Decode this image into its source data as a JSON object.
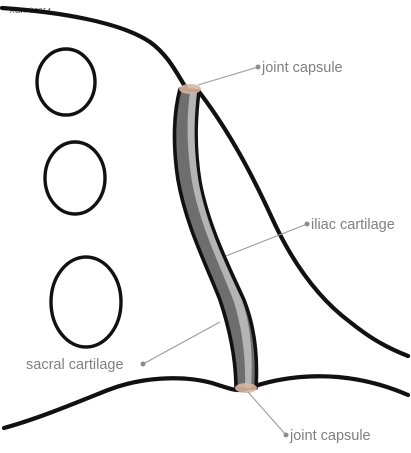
{
  "credit": "KGH ©2014",
  "labels": {
    "joint_capsule_top": "joint capsule",
    "iliac_cartilage": "iliac cartilage",
    "sacral_cartilage": "sacral cartilage",
    "joint_capsule_bottom": "joint capsule"
  },
  "colors": {
    "outline": "#111111",
    "cartilage_outer": "#6e6e6e",
    "cartilage_inner": "#b4b4b4",
    "joint_capsule": "#d7b4a1",
    "label_text": "#808080",
    "leader_line": "#9a9a9a"
  }
}
